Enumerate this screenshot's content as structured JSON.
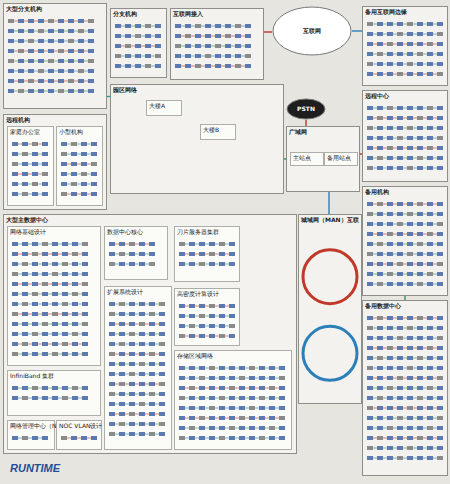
{
  "diagram": {
    "nodes": [
      {
        "text": [
          "大型分支机构"
        ]
      },
      {
        "text": [
          "分支机构"
        ]
      },
      {
        "text": [
          "互联网接入"
        ]
      },
      {
        "text": [
          "互联网"
        ]
      },
      {
        "text": [
          "备用互联网边缘"
        ]
      },
      {
        "text": [
          "远程机构"
        ]
      },
      {
        "text": [
          "家庭办公室"
        ],
        "in": 5
      },
      {
        "text": [
          "小型机构"
        ],
        "in": 5
      },
      {
        "text": [
          "园区网络"
        ]
      },
      {
        "text": [
          "大楼A"
        ],
        "in": 8
      },
      {
        "text": [
          "PSTN"
        ]
      },
      {
        "text": [
          "广域网"
        ]
      },
      {
        "text": [
          "主站点"
        ],
        "in": 11
      },
      {
        "text": [
          "备用站点"
        ],
        "in": 11
      },
      {
        "text": [
          "远程中心"
        ]
      },
      {
        "text": [
          "备用机构"
        ]
      },
      {
        "text": [
          "大型主数据中心"
        ]
      },
      {
        "text": [
          "网络基础设计"
        ],
        "in": 16
      },
      {
        "text": [
          "数据中心核心"
        ],
        "in": 16
      },
      {
        "text": [
          "扩展系统设计"
        ],
        "in": 16
      },
      {
        "text": [
          "刀片服务器集群"
        ],
        "in": 16
      },
      {
        "text": [
          "高密度计算设计"
        ],
        "in": 16
      },
      {
        "text": [
          "InfiniBand 集群"
        ],
        "in": 16
      },
      {
        "text": [
          "网络管理中心（NOC）"
        ],
        "in": 16
      },
      {
        "text": [
          "NOC VLAN设计"
        ],
        "in": 16
      },
      {
        "text": [
          "存储区域网络"
        ],
        "in": 16
      },
      {
        "text": [
          "城域网（MAN）互联"
        ]
      },
      {
        "text": [
          "备用数据中心"
        ]
      },
      {
        "text": [
          "大楼B"
        ],
        "in": 8
      }
    ],
    "edges": [
      {
        "from": 2,
        "to": 3,
        "arrow": "none"
      },
      {
        "from": 3,
        "to": 4,
        "arrow": "none"
      },
      {
        "from": 0,
        "to": 8,
        "arrow": "none"
      },
      {
        "from": 8,
        "to": 11,
        "arrow": "none"
      },
      {
        "from": 11,
        "to": 14,
        "arrow": "none"
      },
      {
        "from": 26,
        "to": 27,
        "arrow": "none"
      },
      {
        "from": 18,
        "to": 20,
        "arrow": "none"
      },
      {
        "from": 15,
        "to": 27,
        "arrow": "none"
      },
      {
        "from": 10,
        "to": 11,
        "arrow": "none"
      },
      {
        "from": 11,
        "to": 26,
        "arrow": "none"
      }
    ],
    "labels": [
      "RUNTIME"
    ]
  }
}
